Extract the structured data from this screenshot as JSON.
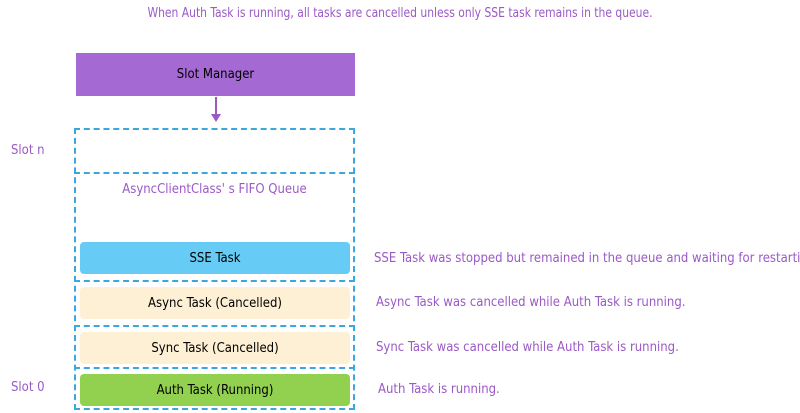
{
  "caption": "When Auth Task is running, all tasks are cancelled unless only SSE task remains in the queue.",
  "slot_manager": "Slot Manager",
  "queue_title": "AsyncClientClass' s FIFO Queue",
  "slots": {
    "top": "Slot n",
    "bottom": "Slot 0"
  },
  "tasks": [
    {
      "label": "SSE Task",
      "color": "#66ccf5",
      "note": "SSE Task was stopped but remained in the queue and waiting for restarting."
    },
    {
      "label": "Async Task (Cancelled)",
      "color": "#fdf0d4",
      "note": "Async Task was cancelled while Auth Task is running."
    },
    {
      "label": "Sync Task (Cancelled)",
      "color": "#fdf0d4",
      "note": "Sync Task was cancelled while Auth Task is running."
    },
    {
      "label": "Auth Task (Running)",
      "color": "#92d050",
      "note": "Auth Task is running."
    }
  ],
  "colors": {
    "accent_text": "#9b59c6",
    "slot_manager_fill": "#a569d4",
    "queue_border": "#3aa8de"
  }
}
